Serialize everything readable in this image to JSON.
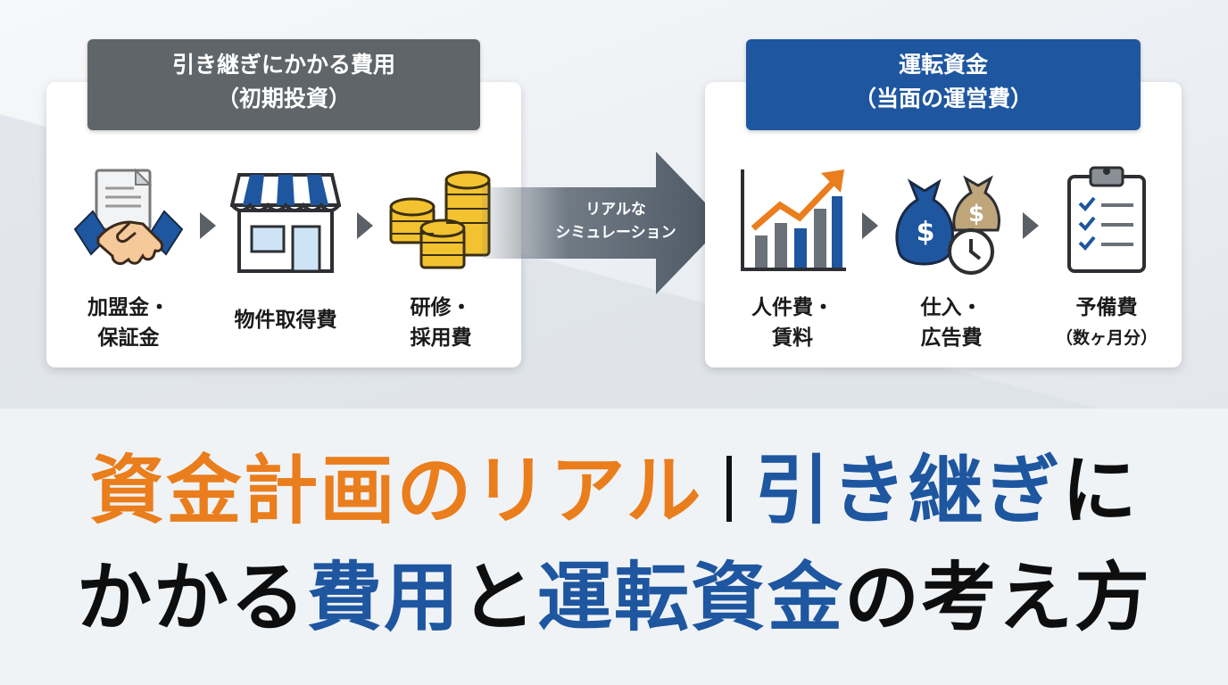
{
  "left_panel": {
    "header_line1": "引き継ぎにかかる費用",
    "header_line2": "（初期投資）",
    "steps": [
      {
        "icon": "handshake-document-icon",
        "line1": "加盟金・",
        "line2": "保証金"
      },
      {
        "icon": "storefront-icon",
        "line1": "物件取得費",
        "line2": ""
      },
      {
        "icon": "coin-stacks-icon",
        "line1": "研修・",
        "line2": "採用費"
      }
    ]
  },
  "arrow": {
    "line1": "リアルな",
    "line2": "シミュレーション"
  },
  "right_panel": {
    "header_line1": "運転資金",
    "header_line2": "（当面の運営費）",
    "steps": [
      {
        "icon": "rising-bar-chart-icon",
        "line1": "人件費・",
        "line2": "賃料"
      },
      {
        "icon": "money-bags-clock-icon",
        "line1": "仕入・",
        "line2": "広告費"
      },
      {
        "icon": "clipboard-checklist-icon",
        "line1": "予備費",
        "line2": "（数ヶ月分）"
      }
    ]
  },
  "title": {
    "line1_part1": "資金計画のリアル",
    "line1_part2": "引き継ぎ",
    "line1_part3": "に",
    "line2_part1": "かかる",
    "line2_part2": "費用",
    "line2_part3": "と",
    "line2_part4": "運転資金",
    "line2_part5": "の考え方"
  },
  "colors": {
    "accent_orange": "#ea7d1c",
    "accent_blue": "#1e56a0",
    "header_gray": "#5f6569"
  }
}
